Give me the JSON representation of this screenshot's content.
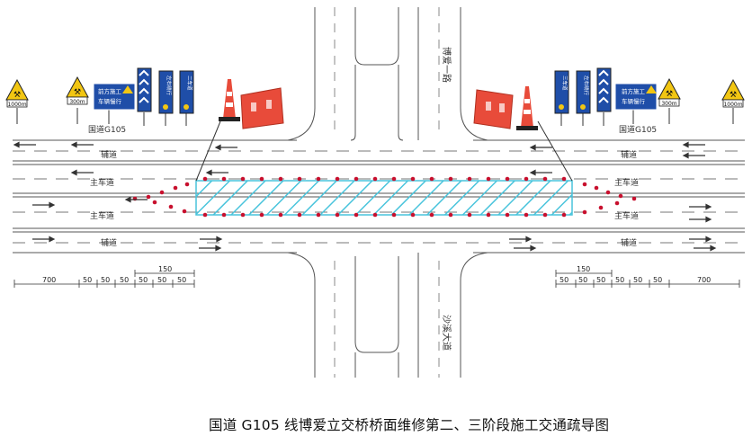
{
  "caption": "国道 G105 线博爱立交桥桥面维修第二、三阶段施工交通疏导图",
  "roads": {
    "north_road": "博爱一路",
    "south_road": "沙溪大道",
    "west_guodao": "国道G105",
    "east_guodao": "国道G105",
    "fudao": "辅道",
    "zhuchedao": "主车道"
  },
  "signs": {
    "dist_left": "1000m",
    "dist_left2": "300m",
    "dist_right2": "300m",
    "dist_right": "1000m",
    "work_notice_line1": "前方施工",
    "work_notice_line2": "车辆慢行",
    "lane_sign_a": "左右绕行",
    "lane_sign_b": "二车道",
    "lane_sign_c": "三车道"
  },
  "dimensions": {
    "left": [
      "700",
      "50",
      "50",
      "50",
      "50",
      "50",
      "50"
    ],
    "left_total": "150",
    "right_total": "150",
    "right": [
      "50",
      "50",
      "50",
      "50",
      "50",
      "50",
      "700"
    ]
  },
  "colors": {
    "work_zone": "#49c4dc",
    "cone": "#e84b3a",
    "sign_blue": "#1f4ea8",
    "warning_yellow": "#f2c612",
    "marker_red": "#c8102e"
  }
}
